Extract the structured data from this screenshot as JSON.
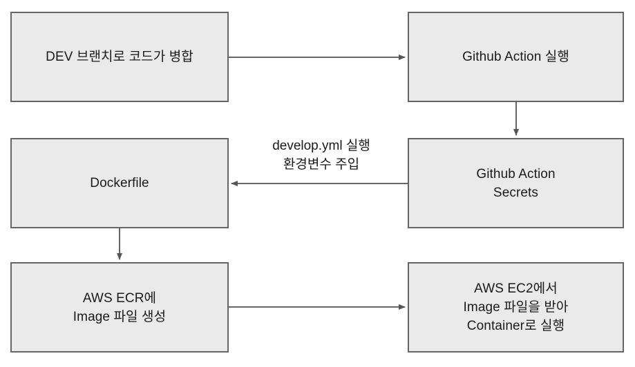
{
  "diagram": {
    "type": "flowchart",
    "title": "",
    "colors": {
      "node_fill": "#eaeaea",
      "node_border": "#666666",
      "edge_stroke": "#666666",
      "text": "#1a1a1a",
      "background": "#ffffff"
    },
    "nodes": [
      {
        "id": "dev-merge",
        "label": "DEV 브랜치로 코드가 병합",
        "lines": [
          "DEV 브랜치로 코드가 병합"
        ]
      },
      {
        "id": "github-action",
        "label": "Github Action 실행",
        "lines": [
          "Github Action 실행"
        ]
      },
      {
        "id": "dockerfile",
        "label": "Dockerfile",
        "lines": [
          "Dockerfile"
        ]
      },
      {
        "id": "ga-secrets",
        "label": "Github Action\nSecrets",
        "lines": [
          "Github Action",
          "Secrets"
        ]
      },
      {
        "id": "aws-ecr",
        "label": "AWS ECR에\nImage 파일 생성",
        "lines": [
          "AWS ECR에",
          "Image 파일 생성"
        ]
      },
      {
        "id": "aws-ec2",
        "label": "AWS EC2에서\nImage 파일을 받아\nContainer로 실행",
        "lines": [
          "AWS EC2에서",
          "Image 파일을 받아",
          "Container로 실행"
        ]
      }
    ],
    "edges": [
      {
        "id": "e1",
        "from": "dev-merge",
        "to": "github-action",
        "direction": "right",
        "label": ""
      },
      {
        "id": "e2",
        "from": "github-action",
        "to": "ga-secrets",
        "direction": "down",
        "label": ""
      },
      {
        "id": "e3",
        "from": "ga-secrets",
        "to": "dockerfile",
        "direction": "left",
        "label": "develop.yml 실행\n환경변수 주입"
      },
      {
        "id": "e4",
        "from": "dockerfile",
        "to": "aws-ecr",
        "direction": "down",
        "label": ""
      },
      {
        "id": "e5",
        "from": "aws-ecr",
        "to": "aws-ec2",
        "direction": "right",
        "label": ""
      }
    ]
  }
}
